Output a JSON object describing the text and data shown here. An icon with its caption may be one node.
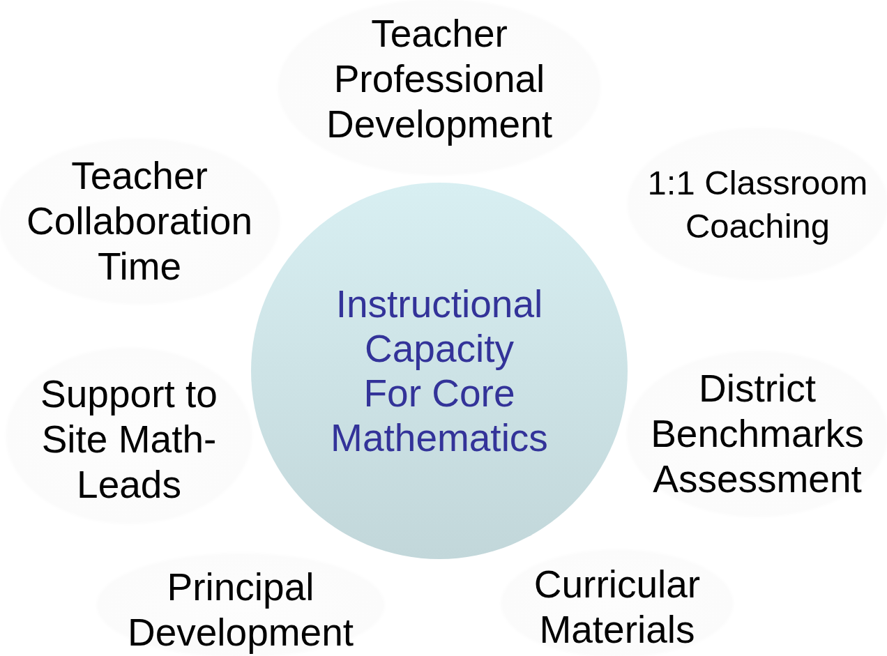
{
  "diagram": {
    "nodes": [
      {
        "text": [
          "Instructional Capacity For Core Mathematics"
        ]
      },
      {
        "text": [
          "Teacher Professional Development"
        ]
      },
      {
        "text": [
          "1:1 Classroom Coaching"
        ]
      },
      {
        "text": [
          "District Benchmarks Assessment"
        ]
      },
      {
        "text": [
          "Curricular Materials"
        ]
      },
      {
        "text": [
          "Principal Development"
        ]
      },
      {
        "text": [
          "Support to Site Math-Leads"
        ]
      },
      {
        "text": [
          "Teacher Collaboration Time"
        ]
      }
    ]
  }
}
